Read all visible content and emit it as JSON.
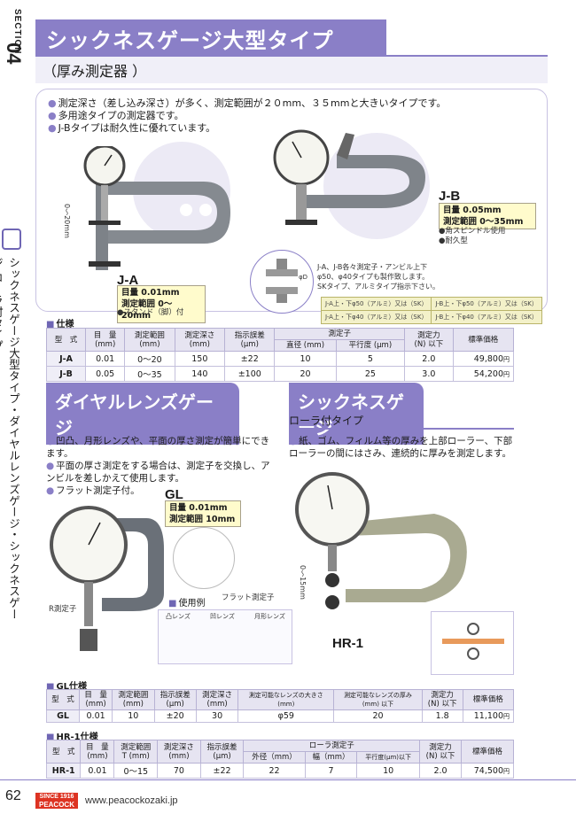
{
  "section": {
    "word": "SECTION",
    "number": "04"
  },
  "header": {
    "title": "シックネスゲージ大型タイプ",
    "subtitle": "（厚み測定器 ）"
  },
  "sidebar": {
    "text": "シックネスゲージ大型タイプ・ダイヤルレンズゲージ・シックネスゲージ ローラ付タイプ"
  },
  "intro": {
    "bullets": [
      "測定深さ（差し込み深さ）が多く、測定範囲が２０mm、３５mmと大きいタイプです。",
      "多用途タイプの測定器です。",
      "J-Bタイプは耐久性に優れています。"
    ]
  },
  "ja": {
    "label": "J-A",
    "range_dim": "0〜20mm",
    "spec_line1": "目量  0.01mm",
    "spec_line2": "測定範囲  0〜20mm",
    "note": "●スタンド（脚）付"
  },
  "jb": {
    "label": "J-B",
    "spec_line1": "目量  0.05mm",
    "spec_line2": "測定範囲  0〜35mm",
    "note1": "●角スピンドル使用",
    "note2": "●耐久型"
  },
  "anvil": {
    "dim": "φD",
    "text1": "J-A、J-B各々測定子・アンビル上下",
    "text2": "φ50、φ40タイプも製作致します。",
    "text3": "SKタイプ、アルミタイプ指示下さい。",
    "mini_table": [
      [
        "J-A上・下φ50（アルミ）又は（SK）",
        "J-B上・下φ50（アルミ）又は（SK）"
      ],
      [
        "J-A上・下φ40（アルミ）又は（SK）",
        "J-B上・下φ40（アルミ）又は（SK）"
      ]
    ]
  },
  "spec_table": {
    "heading": "仕様",
    "headers": [
      "型　式",
      "目　量\n(mm)",
      "測定範囲\n(mm)",
      "測定深さ\n(mm)",
      "指示誤差\n(μm)",
      "測定子",
      "測定力\n(N) 以下",
      "標準価格"
    ],
    "sub_headers": [
      "直径 (mm)",
      "平行度 (μm)"
    ],
    "rows": [
      [
        "J-A",
        "0.01",
        "0〜20",
        "150",
        "±22",
        "10",
        "5",
        "2.0",
        "49,800"
      ],
      [
        "J-B",
        "0.05",
        "0〜35",
        "140",
        "±100",
        "20",
        "25",
        "3.0",
        "54,200"
      ]
    ]
  },
  "gl": {
    "banner": "ダイヤルレンズゲージ",
    "bullets": [
      "凹凸、月形レンズや、平面の厚さ測定が簡単にできます。",
      "平面の厚さ測定をする場合は、測定子を交換し、アンビルを差しかえて使用します。",
      "フラット測定子付。"
    ],
    "label": "GL",
    "spec_line1": "目量  0.01mm",
    "spec_line2": "測定範囲  10mm",
    "r_probe": "R測定子",
    "flat_probe": "フラット測定子",
    "usage": "使用例",
    "usage_labels": [
      "凸レンズ",
      "凹レンズ",
      "月形レンズ"
    ],
    "table_heading": "GL仕様",
    "headers": [
      "型　式",
      "目　量\n(mm)",
      "測定範囲\n(mm)",
      "指示誤差\n(μm)",
      "測定深さ\n(mm)",
      "測定可能なレンズの大きさ\n(mm)",
      "測定可能なレンズの厚み\n(mm) 以下",
      "測定力\n(N) 以下",
      "標準価格"
    ],
    "row": [
      "GL",
      "0.01",
      "10",
      "±20",
      "30",
      "φ59",
      "20",
      "1.8",
      "11,100"
    ]
  },
  "hr": {
    "banner": "シックネスゲージ",
    "sub": "ローラ付タイプ",
    "bullets": [
      "紙、ゴム、フィルム等の厚みを上部ローラー、下部ローラーの間にはさみ、連続的に厚みを測定します。"
    ],
    "label": "HR-1",
    "range_dim": "0〜15mm",
    "table_heading": "HR-1仕様",
    "headers": [
      "型　式",
      "目　量\n(mm)",
      "測定範囲\nT (mm)",
      "測定深さ\n(mm)",
      "指示誤差\n(μm)",
      "ローラ測定子",
      "測定力\n(N) 以下",
      "標準価格"
    ],
    "sub_headers": [
      "外径（mm）",
      "幅（mm）",
      "平行度(μm)以下"
    ],
    "row": [
      "HR-1",
      "0.01",
      "0〜15",
      "70",
      "±22",
      "22",
      "7",
      "10",
      "2.0",
      "74,500"
    ]
  },
  "footer": {
    "page": "62",
    "logo_top": "SINCE 1916",
    "logo_main": "PEACOCK",
    "url": "www.peacockozaki.jp"
  },
  "colors": {
    "accent": "#8a7fc7",
    "panel_border": "#c8c2e2",
    "spec_box": "#fffbcc"
  }
}
